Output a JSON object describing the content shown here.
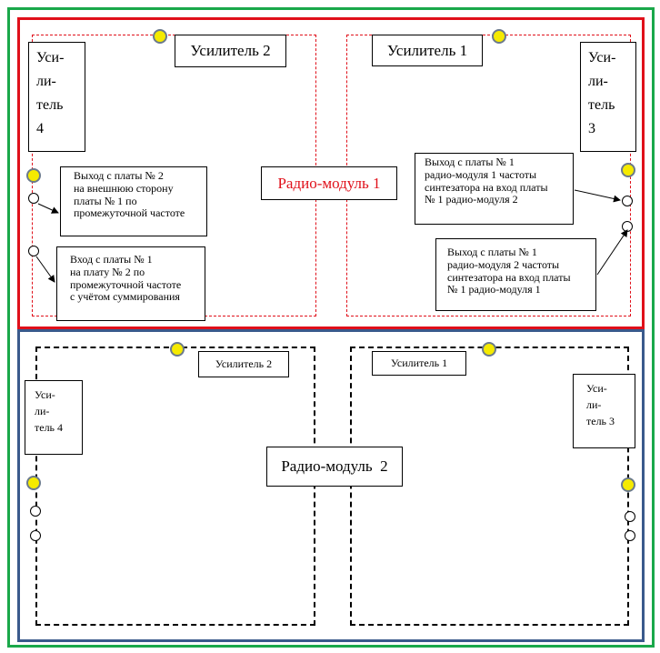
{
  "module1": {
    "title": "Радио-модуль 1",
    "amp1": "Усилитель 1",
    "amp2": "Усилитель 2",
    "amp3": [
      "Уси-",
      "ли-",
      "тель",
      "3"
    ],
    "amp4": [
      "Уси-",
      "ли-",
      "тель",
      "4"
    ],
    "notes": {
      "left_top": [
        "Выход с платы № 2",
        "на внешнюю сторону",
        "платы № 1 по",
        "промежуточной частоте"
      ],
      "left_bottom": [
        "Вход с платы № 1",
        "на плату № 2 по",
        "промежуточной частоте",
        "с учётом суммирования"
      ],
      "right_top": [
        "Выход с платы № 1",
        "радио-модуля 1 частоты",
        "синтезатора на вход платы",
        "№ 1 радио-модуля 2"
      ],
      "right_bottom": [
        "Выход с платы № 1",
        "радио-модуля 2 частоты",
        "синтезатора на вход платы",
        "№ 1 радио-модуля 1"
      ]
    }
  },
  "module2": {
    "title": "Радио-модуль  2",
    "amp1": "Усилитель 1",
    "amp2": "Усилитель 2",
    "amp3": [
      "Уси-",
      "ли-",
      "тель 3"
    ],
    "amp4": [
      "Уси-",
      "ли-",
      "тель 4"
    ]
  },
  "colors": {
    "outer": "#1aa84a",
    "module1": "#e0101a",
    "module2": "#3a5a8c",
    "connector": "#f5ea00"
  }
}
